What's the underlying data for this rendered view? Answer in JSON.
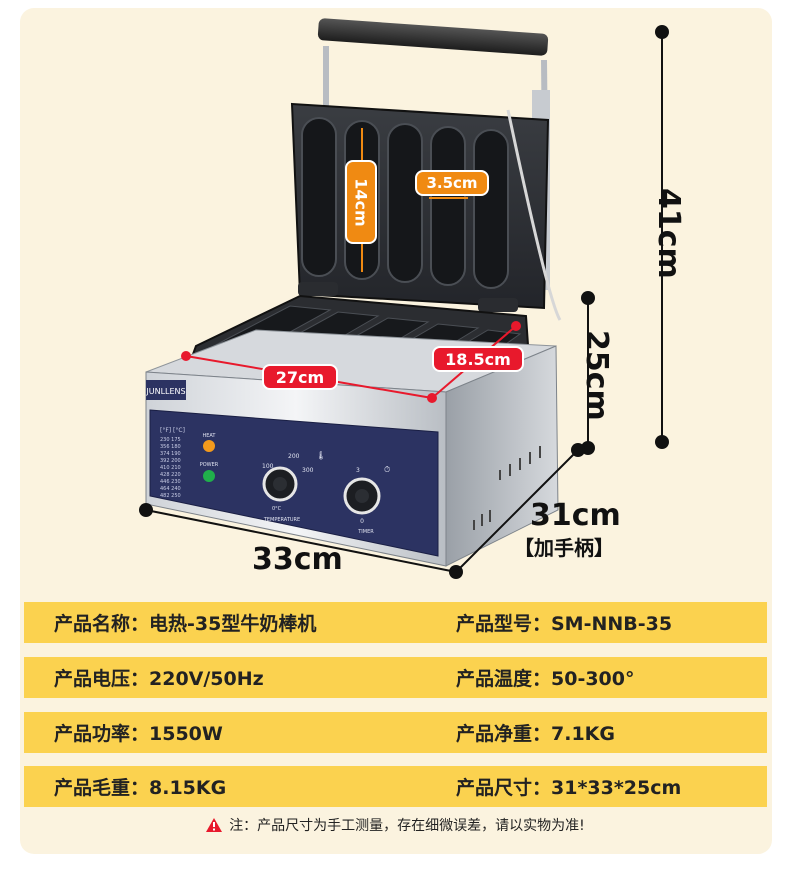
{
  "product": {
    "brand_label": "JUNLLENS",
    "panel": {
      "temp_header": "[°F] [°C]",
      "temp_table": [
        [
          "230",
          "175"
        ],
        [
          "356",
          "180"
        ],
        [
          "374",
          "190"
        ],
        [
          "392",
          "200"
        ],
        [
          "410",
          "210"
        ],
        [
          "428",
          "220"
        ],
        [
          "446",
          "230"
        ],
        [
          "464",
          "240"
        ],
        [
          "482",
          "250"
        ]
      ],
      "heat_label": "HEAT",
      "power_label": "POWER",
      "temperature_label": "TEMPERATURE",
      "timer_label": "TIMER",
      "dial1_ticks": [
        "100",
        "200",
        "300",
        "0°C"
      ],
      "dial2_ticks": [
        "0",
        "3"
      ]
    }
  },
  "dimensions": {
    "height_total": "41cm",
    "height_body": "25cm",
    "depth": "31cm",
    "depth_note": "【加手柄】",
    "width": "33cm",
    "groove_length": "14cm",
    "groove_width": "3.5cm",
    "tray_width": "27cm",
    "tray_depth": "18.5cm"
  },
  "colors": {
    "accent_orange": "#f08a12",
    "accent_red": "#e8192c",
    "row_yellow": "#fbd24f",
    "card_bg": "#fbf3df"
  },
  "specs": [
    {
      "left": "产品名称：电热-35型牛奶棒机",
      "right": "产品型号：SM-NNB-35"
    },
    {
      "left": "产品电压：220V/50Hz",
      "right": "产品温度：50-300°"
    },
    {
      "left": "产品功率：1550W",
      "right": "产品净重：7.1KG"
    },
    {
      "left": "产品毛重：8.15KG",
      "right": "产品尺寸：31*33*25cm"
    }
  ],
  "note": "注：产品尺寸为手工测量，存在细微误差，请以实物为准!"
}
